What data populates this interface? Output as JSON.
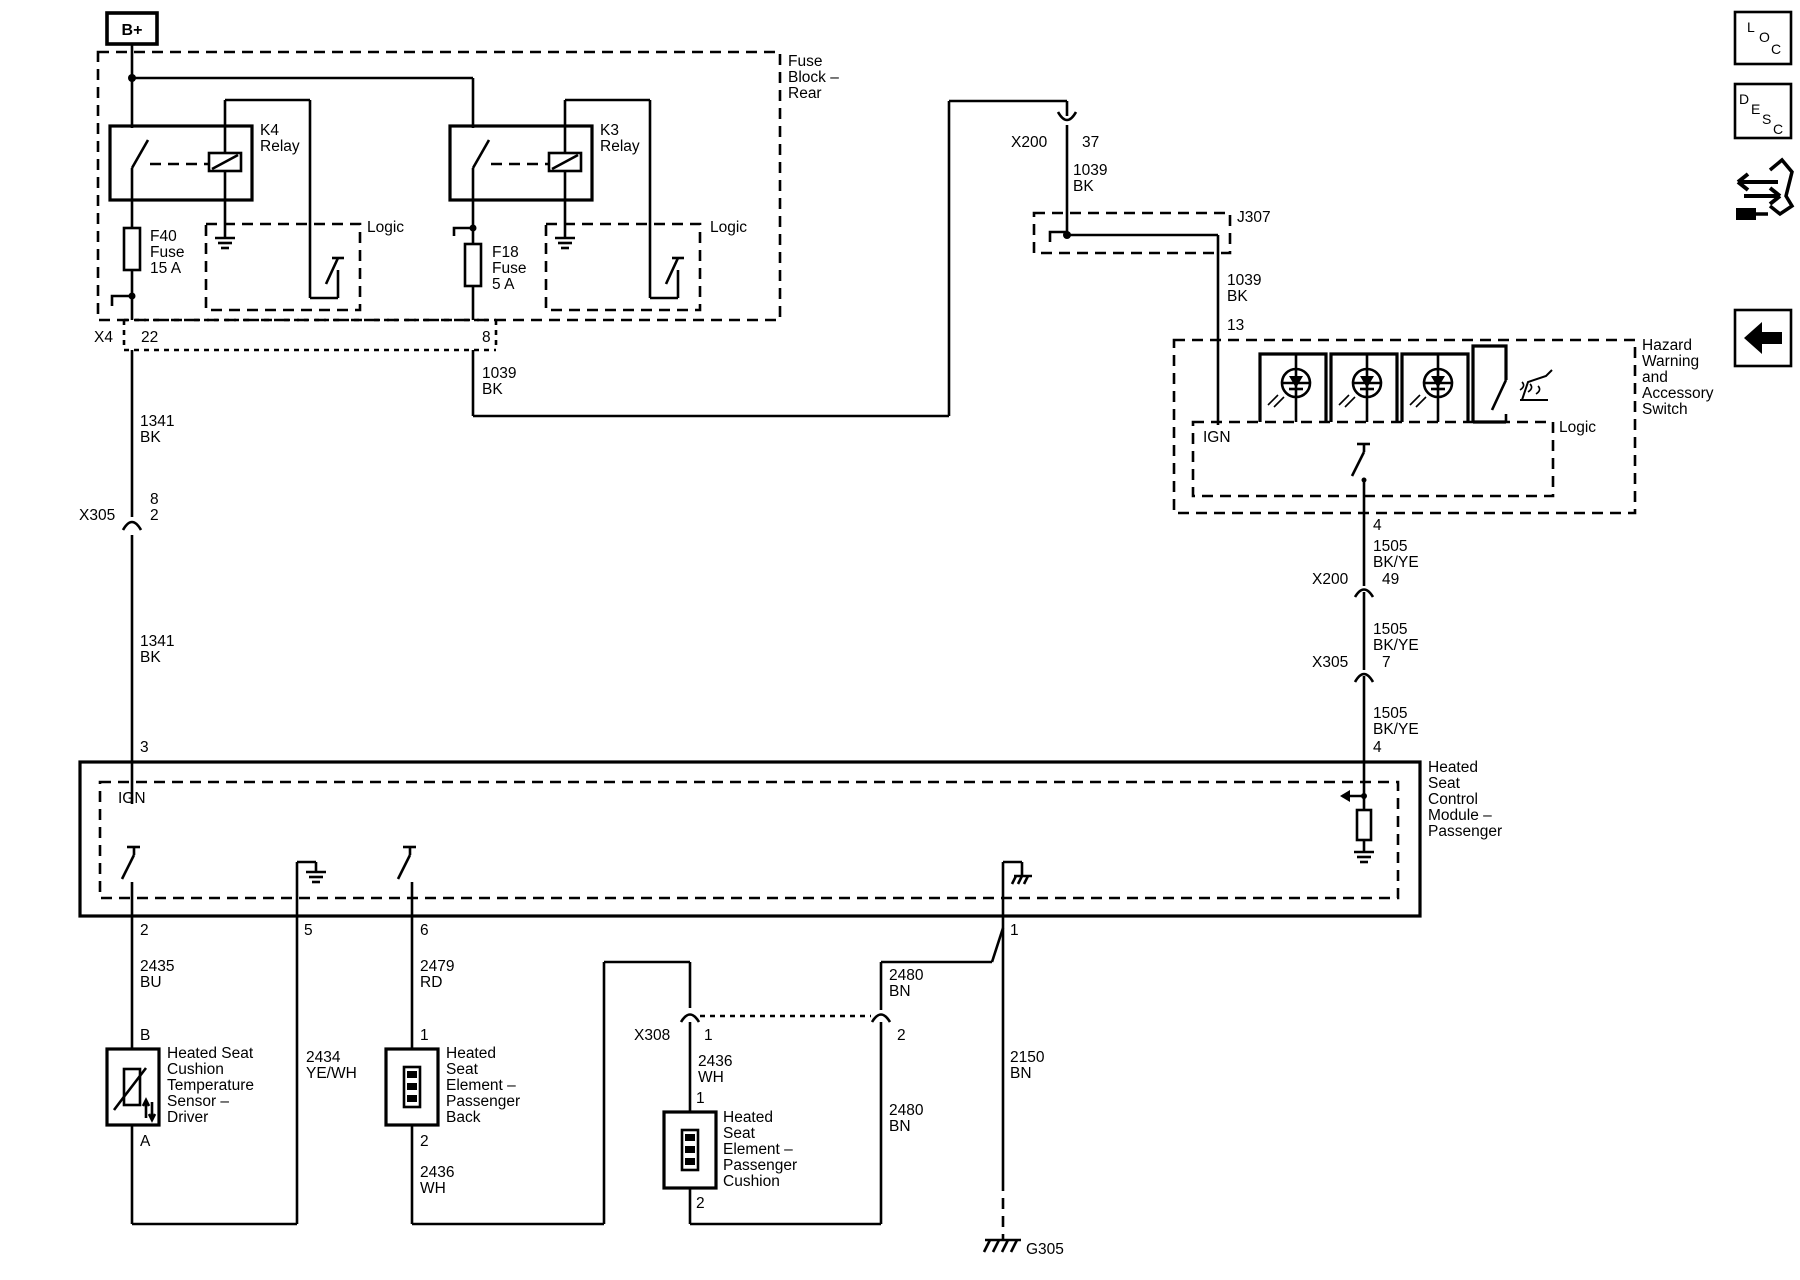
{
  "supply": {
    "label": "B+"
  },
  "fuse_block": {
    "name": [
      "Fuse",
      "Block –",
      "Rear"
    ],
    "connector": "X4",
    "pin_k4": "22",
    "pin_k3": "8"
  },
  "relays": {
    "k4": {
      "label": [
        "K4",
        "Relay"
      ],
      "logic": "Logic"
    },
    "k3": {
      "label": [
        "K3",
        "Relay"
      ],
      "logic": "Logic"
    }
  },
  "fuses": {
    "f40": [
      "F40",
      "Fuse",
      "15 A"
    ],
    "f18": [
      "F18",
      "Fuse",
      "5 A"
    ]
  },
  "wires": {
    "w1341_a": [
      "1341",
      "BK"
    ],
    "w1341_b": [
      "1341",
      "BK"
    ],
    "w1039_a": [
      "1039",
      "BK"
    ],
    "w1039_b": [
      "1039",
      "BK"
    ],
    "w1039_c": [
      "1039",
      "BK"
    ],
    "w1505_a": [
      "1505",
      "BK/YE"
    ],
    "w1505_b": [
      "1505",
      "BK/YE"
    ],
    "w1505_c": [
      "1505",
      "BK/YE"
    ],
    "w2435": [
      "2435",
      "BU"
    ],
    "w2434": [
      "2434",
      "YE/WH"
    ],
    "w2479": [
      "2479",
      "RD"
    ],
    "w2436_a": [
      "2436",
      "WH"
    ],
    "w2436_b": [
      "2436",
      "WH"
    ],
    "w2480_a": [
      "2480",
      "BN"
    ],
    "w2480_b": [
      "2480",
      "BN"
    ],
    "w2150": [
      "2150",
      "BN"
    ]
  },
  "connectors": {
    "x305_left": {
      "name": "X305",
      "pins": [
        "8",
        "2"
      ]
    },
    "x200_top": {
      "name": "X200",
      "pin": "37"
    },
    "j307": {
      "name": "J307"
    },
    "x200_right": {
      "name": "X200",
      "pin": "49"
    },
    "x305_right": {
      "name": "X305",
      "pin": "7"
    },
    "x308": {
      "name": "X308",
      "pin_a": "1",
      "pin_b": "2"
    }
  },
  "hazard_switch": {
    "name": [
      "Hazard",
      "Warning",
      "and",
      "Accessory",
      "Switch"
    ],
    "pin_top": "13",
    "pin_bottom": "4",
    "ign": "IGN",
    "logic": "Logic"
  },
  "module": {
    "name": [
      "Heated",
      "Seat",
      "Control",
      "Module –",
      "Passenger"
    ],
    "ign": "IGN",
    "pin_top_left": "3",
    "pin_top_right": "4",
    "pins_bottom": {
      "p2": "2",
      "p5": "5",
      "p6": "6",
      "p1": "1"
    }
  },
  "components": {
    "temp_sensor": {
      "name": [
        "Heated Seat",
        "Cushion",
        "Temperature",
        "Sensor –",
        "Driver"
      ],
      "pin_top": "B",
      "pin_bottom": "A"
    },
    "element_back": {
      "name": [
        "Heated",
        "Seat",
        "Element –",
        "Passenger",
        "Back"
      ],
      "pin_top": "1",
      "pin_bottom": "2"
    },
    "element_cushion": {
      "name": [
        "Heated",
        "Seat",
        "Element –",
        "Passenger",
        "Cushion"
      ],
      "pin_top": "1",
      "pin_bottom": "2"
    }
  },
  "ground": {
    "name": "G305"
  },
  "nav": {
    "loc": {
      "letters": [
        "L",
        "O",
        "C"
      ],
      "icon": "location-icon"
    },
    "desc": {
      "letters": [
        "D",
        "E",
        "S",
        "C"
      ],
      "icon": "description-icon"
    },
    "connector_icon": "connector-harness-icon",
    "back_icon": "back-arrow-icon"
  }
}
